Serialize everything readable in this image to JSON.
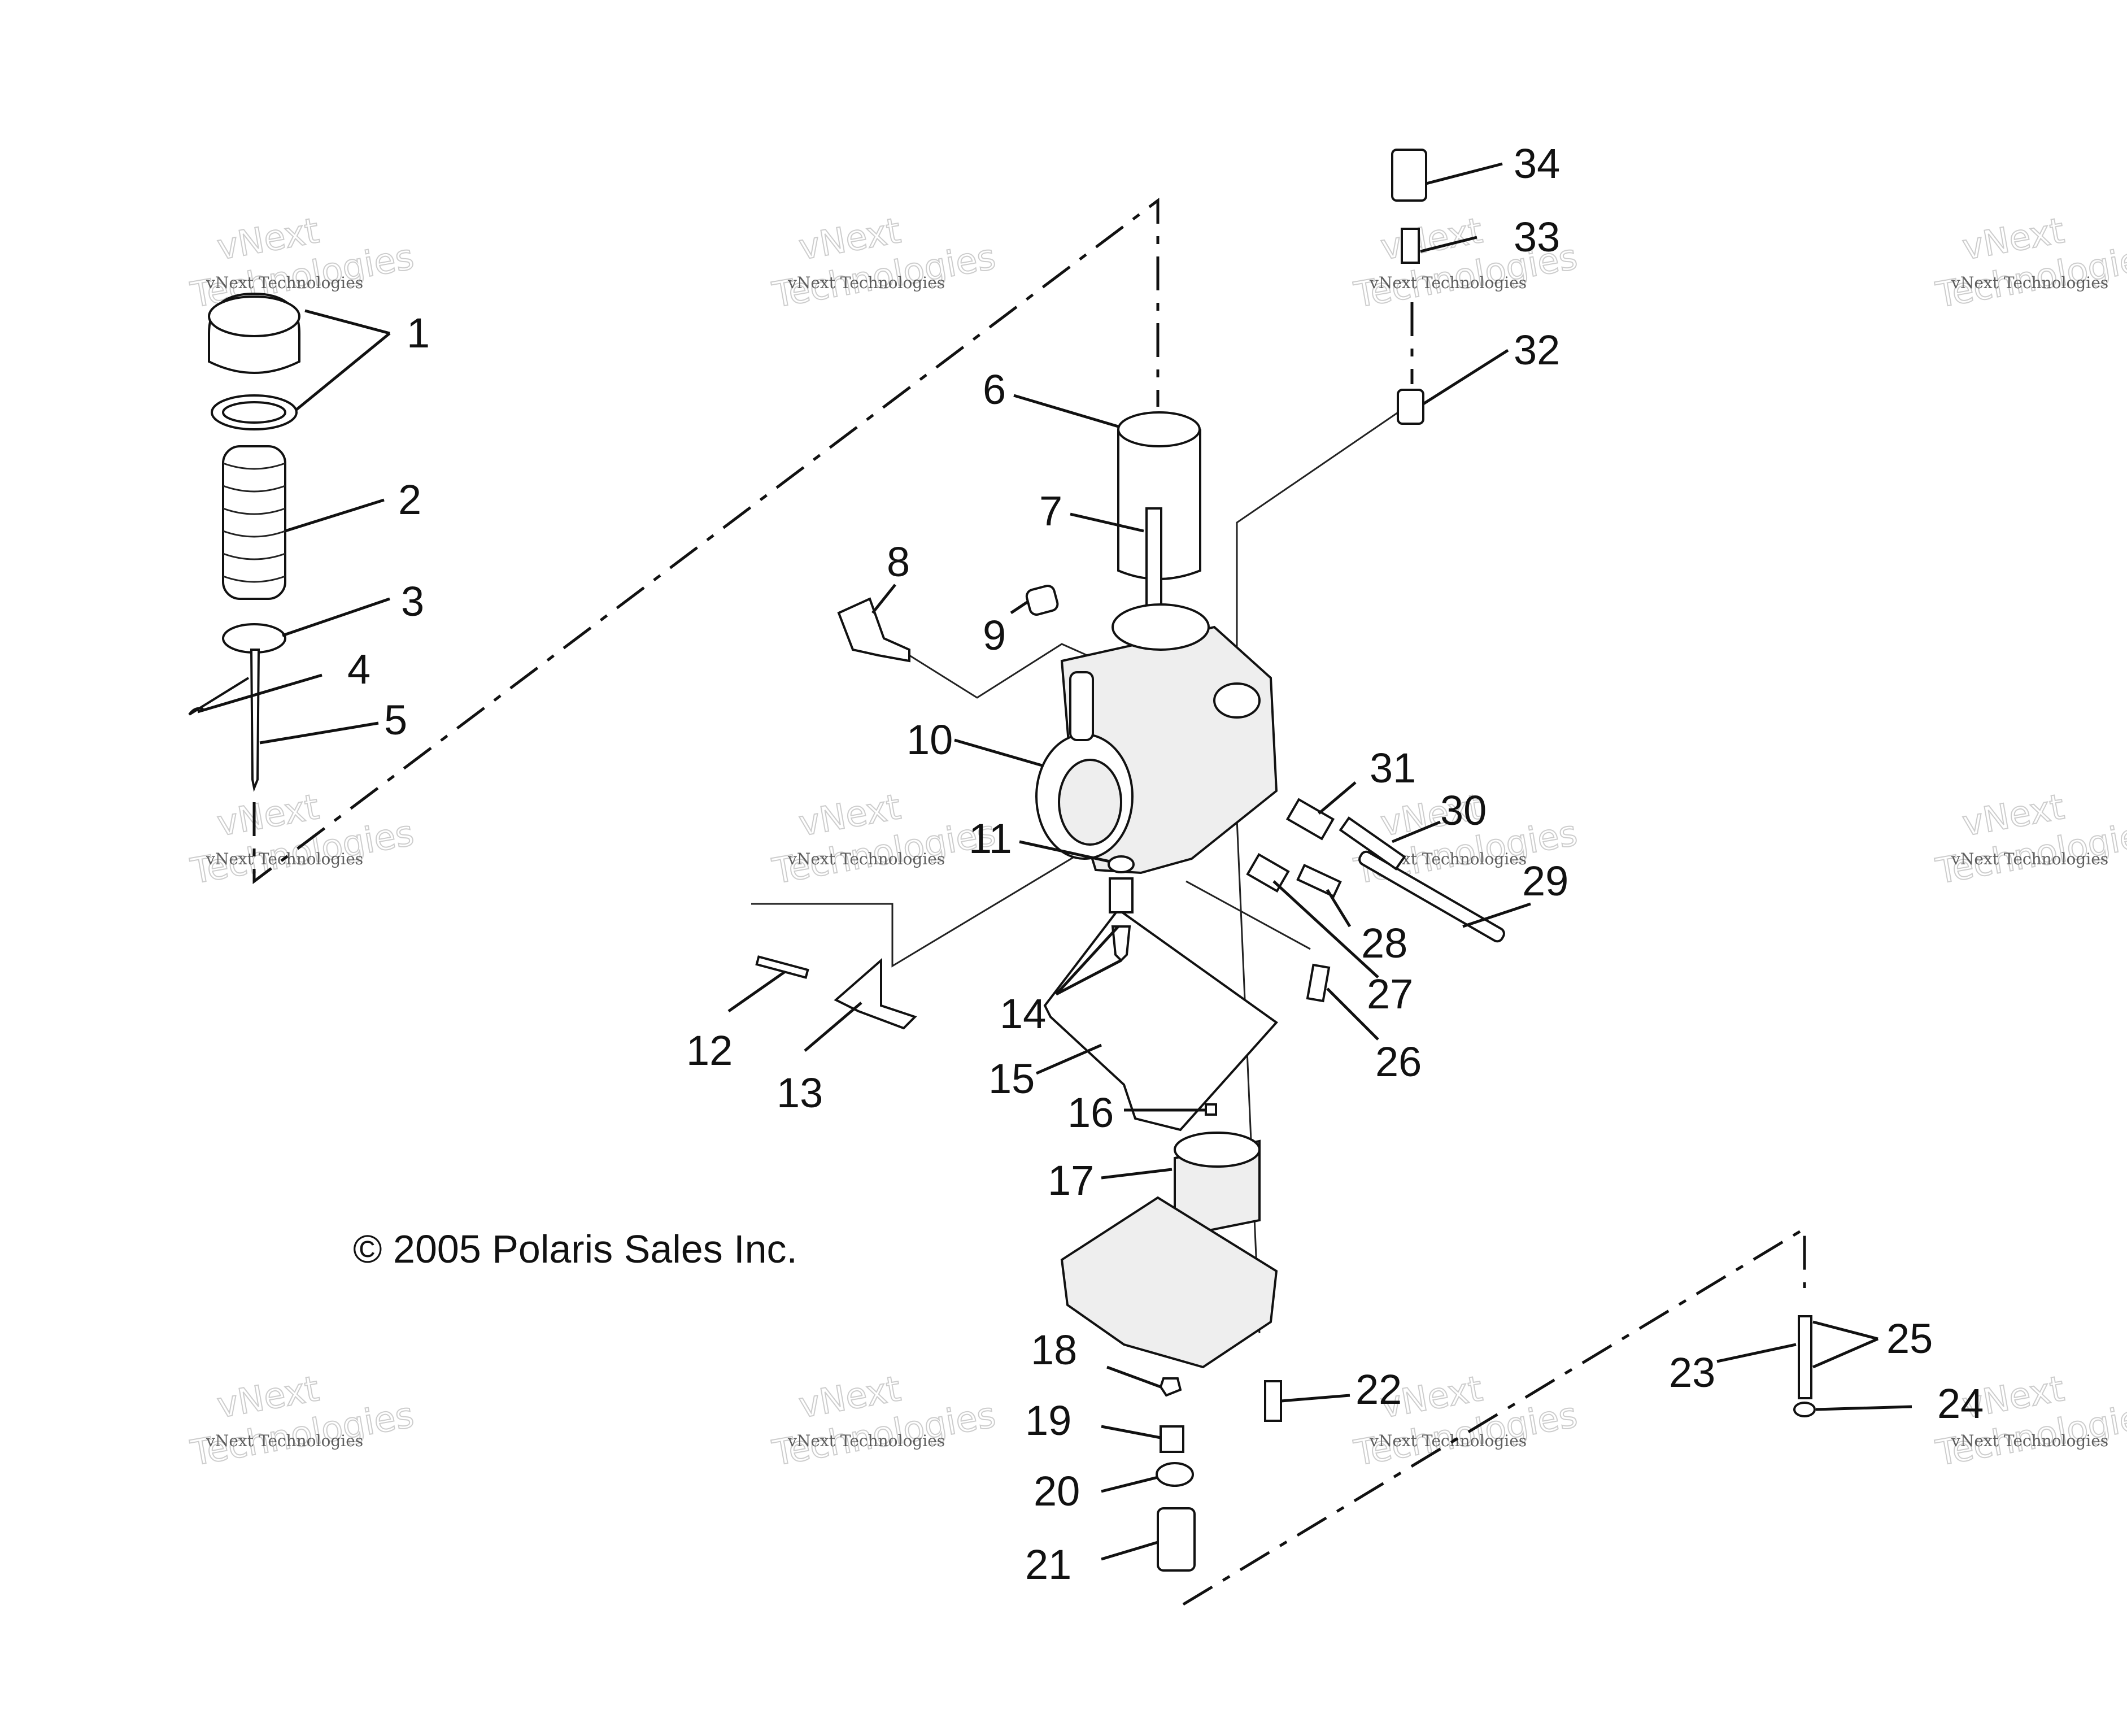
{
  "copyright": "© 2005 Polaris Sales Inc.",
  "callouts": [
    "1",
    "2",
    "3",
    "4",
    "5",
    "6",
    "7",
    "8",
    "9",
    "10",
    "11",
    "12",
    "13",
    "14",
    "15",
    "16",
    "17",
    "18",
    "19",
    "20",
    "21",
    "22",
    "23",
    "24",
    "25",
    "26",
    "27",
    "28",
    "29",
    "30",
    "31",
    "32",
    "33",
    "34"
  ],
  "watermark": {
    "brand_line_1": "vNext",
    "brand_line_2": "Technologies",
    "small_text": "vNext Technologies"
  },
  "colors": {
    "ink": "#111111",
    "background": "#ffffff",
    "watermark": "#c8c8c8"
  }
}
